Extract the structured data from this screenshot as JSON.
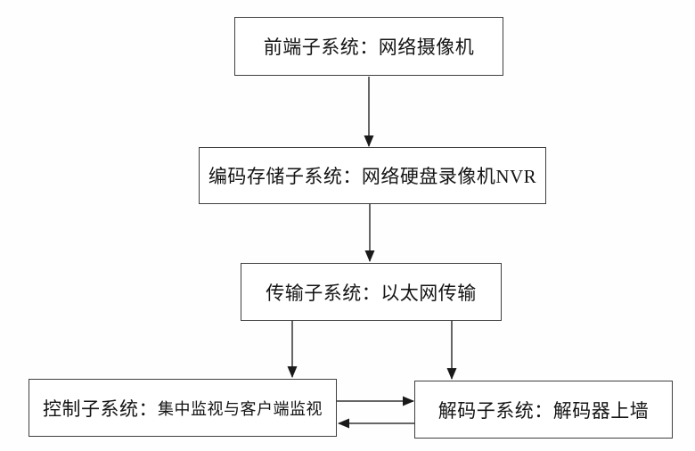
{
  "diagram": {
    "type": "flowchart",
    "background_color": "#ffffff",
    "line_color": "#333333",
    "border_color": "#3f3f3f",
    "text_color": "#141414",
    "nodes": [
      {
        "id": "frontend",
        "label": "前端子系统：网络摄像机"
      },
      {
        "id": "encoding-storage",
        "label": "编码存储子系统：网络硬盘录像机NVR"
      },
      {
        "id": "transmission",
        "label": "传输子系统：以太网传输"
      },
      {
        "id": "control",
        "label_main": "控制子系统：",
        "label_detail": "集中监视与客户端监视"
      },
      {
        "id": "decoding",
        "label": "解码子系统：解码器上墙"
      }
    ],
    "edges": [
      {
        "from": "frontend",
        "to": "encoding-storage",
        "arrow": "down"
      },
      {
        "from": "encoding-storage",
        "to": "transmission",
        "arrow": "down"
      },
      {
        "from": "transmission",
        "to": "control",
        "arrow": "down"
      },
      {
        "from": "transmission",
        "to": "decoding",
        "arrow": "down"
      },
      {
        "from": "control",
        "to": "decoding",
        "arrow": "right"
      },
      {
        "from": "decoding",
        "to": "control",
        "arrow": "left"
      }
    ]
  }
}
